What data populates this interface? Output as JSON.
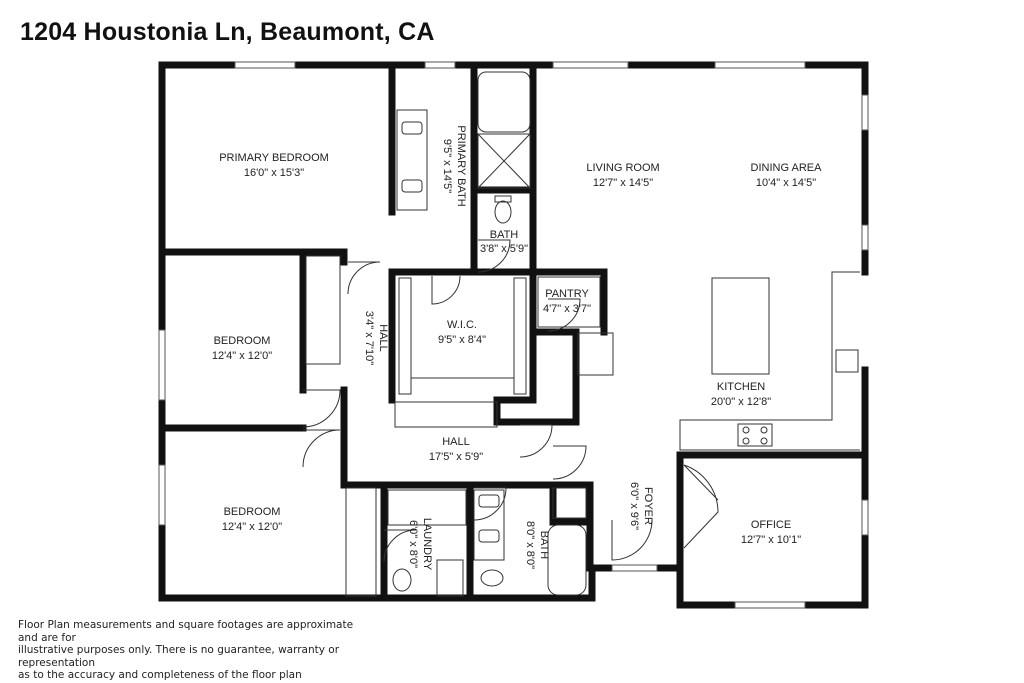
{
  "title": "1204 Houstonia Ln, Beaumont, CA",
  "rooms": {
    "primary_bedroom": {
      "name": "PRIMARY BEDROOM",
      "dims": "16'0\" x 15'3\""
    },
    "primary_bath": {
      "name": "PRIMARY BATH",
      "dims": "9'5\" x 14'5\""
    },
    "bath_small": {
      "name": "BATH",
      "dims": "3'8\" x 5'9\""
    },
    "living_room": {
      "name": "LIVING ROOM",
      "dims": "12'7\" x 14'5\""
    },
    "dining_area": {
      "name": "DINING AREA",
      "dims": "10'4\" x 14'5\""
    },
    "pantry": {
      "name": "PANTRY",
      "dims": "4'7\" x 3'7\""
    },
    "wic": {
      "name": "W.I.C.",
      "dims": "9'5\" x 8'4\""
    },
    "hall_upper": {
      "name": "HALL",
      "dims": "3'4\" x 7'10\""
    },
    "bedroom_1": {
      "name": "BEDROOM",
      "dims": "12'4\" x 12'0\""
    },
    "kitchen": {
      "name": "KITCHEN",
      "dims": "20'0\" x 12'8\""
    },
    "hall_main": {
      "name": "HALL",
      "dims": "17'5\" x 5'9\""
    },
    "bedroom_2": {
      "name": "BEDROOM",
      "dims": "12'4\" x 12'0\""
    },
    "laundry": {
      "name": "LAUNDRY",
      "dims": "6'0\" x 8'0\""
    },
    "bath_2": {
      "name": "BATH",
      "dims": "8'0\" x 8'0\""
    },
    "foyer": {
      "name": "FOYER",
      "dims": "6'0\" x 9'6\""
    },
    "office": {
      "name": "OFFICE",
      "dims": "12'7\" x 10'1\""
    }
  },
  "disclaimer": [
    "Floor Plan measurements and square footages are approximate and are for",
    "illustrative purposes only. There is no guarantee, warranty or representation",
    "as to the accuracy and completeness of the floor plan"
  ]
}
